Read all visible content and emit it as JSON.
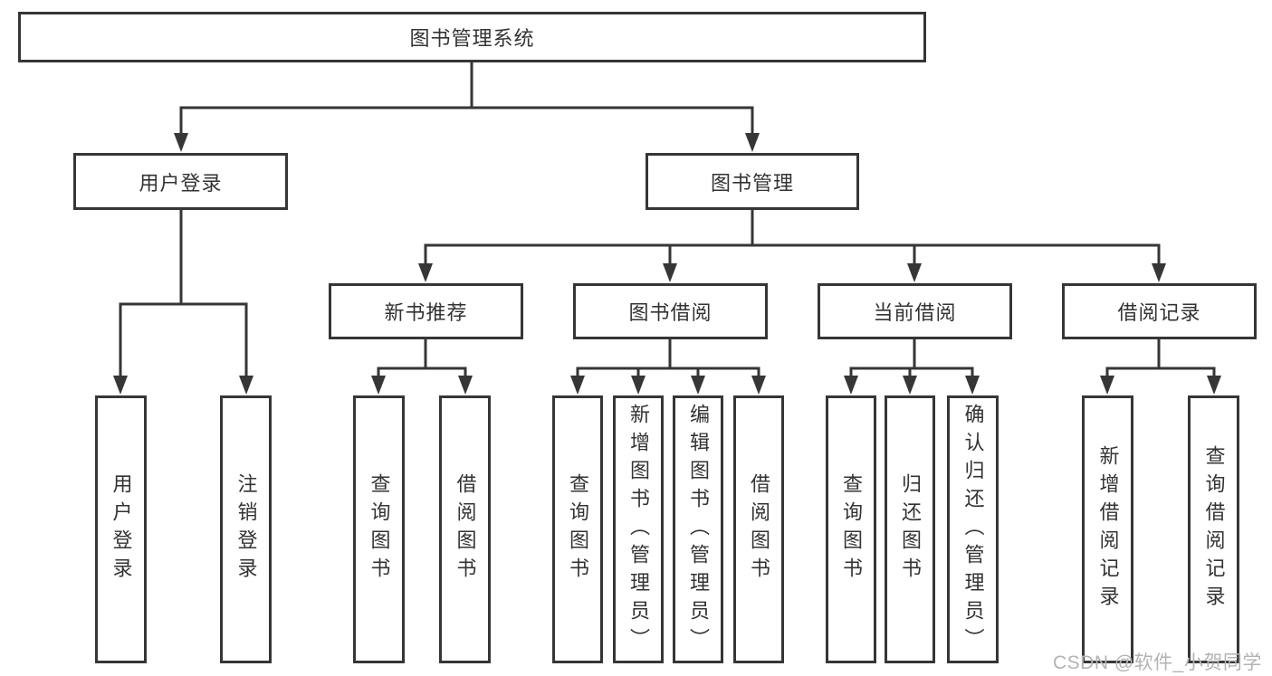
{
  "tree": {
    "label": "图书管理系统",
    "children": [
      {
        "label": "用户登录",
        "children": [
          {
            "label": "用户登录"
          },
          {
            "label": "注销登录"
          }
        ]
      },
      {
        "label": "图书管理",
        "children": [
          {
            "label": "新书推荐",
            "children": [
              {
                "label": "查询图书"
              },
              {
                "label": "借阅图书"
              }
            ]
          },
          {
            "label": "图书借阅",
            "children": [
              {
                "label": "查询图书"
              },
              {
                "label": "新增图书（管理员）"
              },
              {
                "label": "编辑图书（管理员）"
              },
              {
                "label": "借阅图书"
              }
            ]
          },
          {
            "label": "当前借阅",
            "children": [
              {
                "label": "查询图书"
              },
              {
                "label": "归还图书"
              },
              {
                "label": "确认归还（管理员）"
              }
            ]
          },
          {
            "label": "借阅记录",
            "children": [
              {
                "label": "新增借阅记录"
              },
              {
                "label": "查询借阅记录"
              }
            ]
          }
        ]
      }
    ]
  },
  "watermark": {
    "text": "CSDN @软件_小贺同学"
  },
  "colors": {
    "border": "#363636",
    "line": "#363636",
    "text": "#333333",
    "watermark": "#b3b3b3",
    "background": "#ffffff"
  }
}
